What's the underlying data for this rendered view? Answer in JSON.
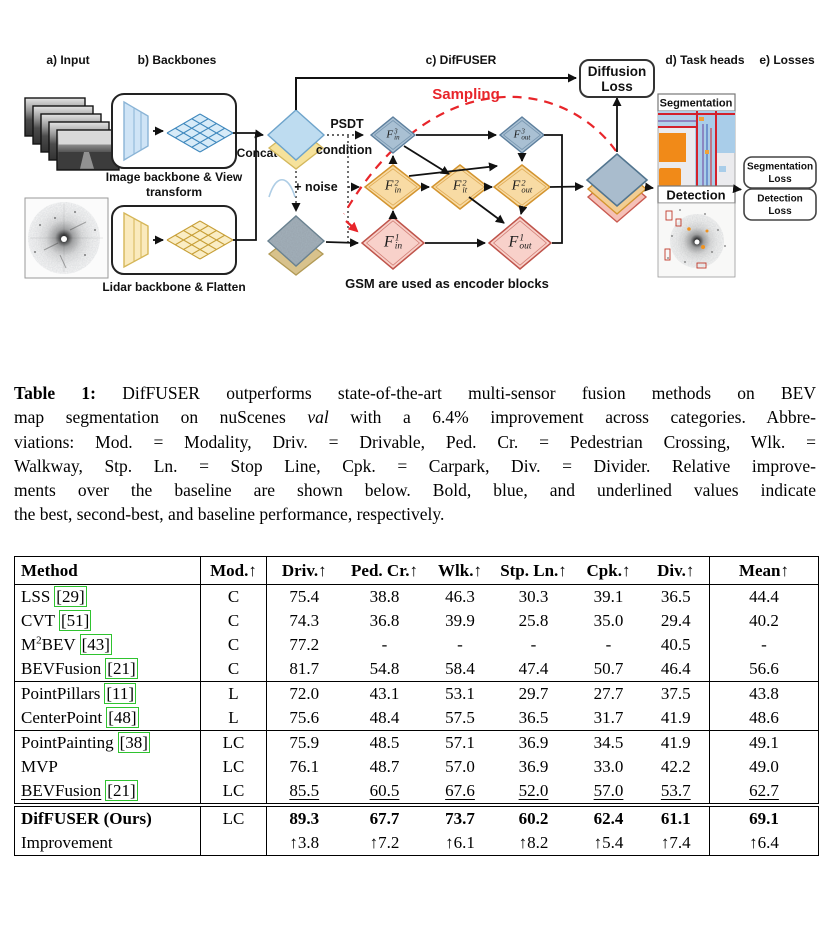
{
  "figure": {
    "panel_labels": {
      "a": "a) Input",
      "b": "b) Backbones",
      "c": "c) DifFUSER",
      "d": "d) Task heads",
      "e": "e) Losses"
    },
    "concat": "Concat",
    "psdt": "PSDT",
    "condition": "condition",
    "noise": "+ noise",
    "sampling": "Sampling",
    "image_backbone_caption_1": "Image backbone & View",
    "image_backbone_caption_2": "transform",
    "lidar_backbone_caption": "Lidar backbone & Flatten",
    "gsm_note": "GSM are used as encoder blocks",
    "diffusion_loss_1": "Diffusion",
    "diffusion_loss_2": "Loss",
    "segmentation_label": "Segmentation",
    "detection_label": "Detection",
    "segmentation_loss_1": "Segmentation",
    "segmentation_loss_2": "Loss",
    "detection_loss_1": "Detection",
    "detection_loss_2": "Loss",
    "nodes": {
      "f3_in": {
        "base": "F",
        "sup": "3",
        "sub": "in"
      },
      "f3_out": {
        "base": "F",
        "sup": "3",
        "sub": "out"
      },
      "f2_in": {
        "base": "F",
        "sup": "2",
        "sub": "in"
      },
      "f2_it": {
        "base": "F",
        "sup": "2",
        "sub": "it"
      },
      "f2_out": {
        "base": "F",
        "sup": "2",
        "sub": "out"
      },
      "f1_in": {
        "base": "F",
        "sup": "1",
        "sub": "in"
      },
      "f1_out": {
        "base": "F",
        "sup": "1",
        "sub": "out"
      }
    },
    "colors": {
      "camera_blue": "#bedcf0",
      "lidar_yellow": "#f6e29b",
      "node_blue": "#a9c0d3",
      "node_orange": "#f8dba4",
      "node_pink": "#f8d1ca",
      "sampling_red": "#e8252a",
      "citation_green": "#2fc32f",
      "seg_orange": "#f18a18"
    }
  },
  "caption": {
    "lines": [
      [
        {
          "t": "Table 1: ",
          "b": true
        },
        {
          "t": "DifFUSER outperforms state-of-the-art multi-sensor fusion methods on BEV"
        }
      ],
      [
        {
          "t": "map segmentation on nuScenes "
        },
        {
          "t": "val",
          "i": true
        },
        {
          "t": " with a 6.4% improvement across categories. Abbre-"
        }
      ],
      [
        {
          "t": "viations: Mod. = Modality, Driv. = Drivable, Ped. Cr. = Pedestrian Crossing, Wlk. ="
        }
      ],
      [
        {
          "t": "Walkway, Stp. Ln. = Stop Line, Cpk. = Carpark, Div. = Divider. Relative improve-"
        }
      ],
      [
        {
          "t": "ments over the baseline are shown below. Bold, blue, and underlined values indicate"
        }
      ],
      [
        {
          "t": "the best, second-best, and baseline performance, respectively."
        }
      ]
    ]
  },
  "table": {
    "headers": [
      "Method",
      "Mod.↑",
      "Driv.↑",
      "Ped. Cr.↑",
      "Wlk.↑",
      "Stp. Ln.↑",
      "Cpk.↑",
      "Div.↑",
      "Mean↑"
    ],
    "groups": [
      {
        "rows": [
          {
            "method": [
              {
                "t": "LSS"
              }
            ],
            "cite": "[29]",
            "mod": "C",
            "vals": [
              "75.4",
              "38.8",
              "46.3",
              "30.3",
              "39.1",
              "36.5",
              "44.4"
            ]
          },
          {
            "method": [
              {
                "t": "CVT"
              }
            ],
            "cite": "[51]",
            "mod": "C",
            "vals": [
              "74.3",
              "36.8",
              "39.9",
              "25.8",
              "35.0",
              "29.4",
              "40.2"
            ]
          },
          {
            "method": [
              {
                "t": "M"
              },
              {
                "t": "2",
                "sup": true
              },
              {
                "t": "BEV"
              }
            ],
            "cite": "[43]",
            "mod": "C",
            "vals": [
              "77.2",
              "-",
              "-",
              "-",
              "-",
              "40.5",
              "-"
            ]
          },
          {
            "method": [
              {
                "t": "BEVFusion"
              }
            ],
            "cite": "[21]",
            "mod": "C",
            "vals": [
              "81.7",
              "54.8",
              "58.4",
              "47.4",
              "50.7",
              "46.4",
              "56.6"
            ]
          }
        ]
      },
      {
        "rows": [
          {
            "method": [
              {
                "t": "PointPillars"
              }
            ],
            "cite": "[11]",
            "mod": "L",
            "vals": [
              "72.0",
              "43.1",
              "53.1",
              "29.7",
              "27.7",
              "37.5",
              "43.8"
            ]
          },
          {
            "method": [
              {
                "t": "CenterPoint"
              }
            ],
            "cite": "[48]",
            "mod": "L",
            "vals": [
              "75.6",
              "48.4",
              "57.5",
              "36.5",
              "31.7",
              "41.9",
              "48.6"
            ]
          }
        ]
      },
      {
        "rows": [
          {
            "method": [
              {
                "t": "PointPainting"
              }
            ],
            "cite": "[38]",
            "mod": "LC",
            "vals": [
              "75.9",
              "48.5",
              "57.1",
              "36.9",
              "34.5",
              "41.9",
              "49.1"
            ]
          },
          {
            "method": [
              {
                "t": "MVP"
              }
            ],
            "mod": "LC",
            "vals": [
              "76.1",
              "48.7",
              "57.0",
              "36.9",
              "33.0",
              "42.2",
              "49.0"
            ]
          },
          {
            "method": [
              {
                "t": "BEVFusion",
                "u": true
              }
            ],
            "cite": "[21]",
            "mod": "LC",
            "vals": [
              "85.5",
              "60.5",
              "67.6",
              "52.0",
              "57.0",
              "53.7",
              "62.7"
            ],
            "val_class": "u"
          }
        ]
      },
      {
        "double_top": true,
        "rows": [
          {
            "method": [
              {
                "t": "DifFUSER (Ours)",
                "b": true
              }
            ],
            "mod": "LC",
            "vals": [
              "89.3",
              "67.7",
              "73.7",
              "60.2",
              "62.4",
              "61.1",
              "69.1"
            ],
            "val_class": "b"
          },
          {
            "method": [
              {
                "t": "Improvement"
              }
            ],
            "mod": "",
            "vals": [
              "↑3.8",
              "↑7.2",
              "↑6.1",
              "↑8.2",
              "↑5.4",
              "↑7.4",
              "↑6.4"
            ]
          }
        ]
      }
    ]
  }
}
